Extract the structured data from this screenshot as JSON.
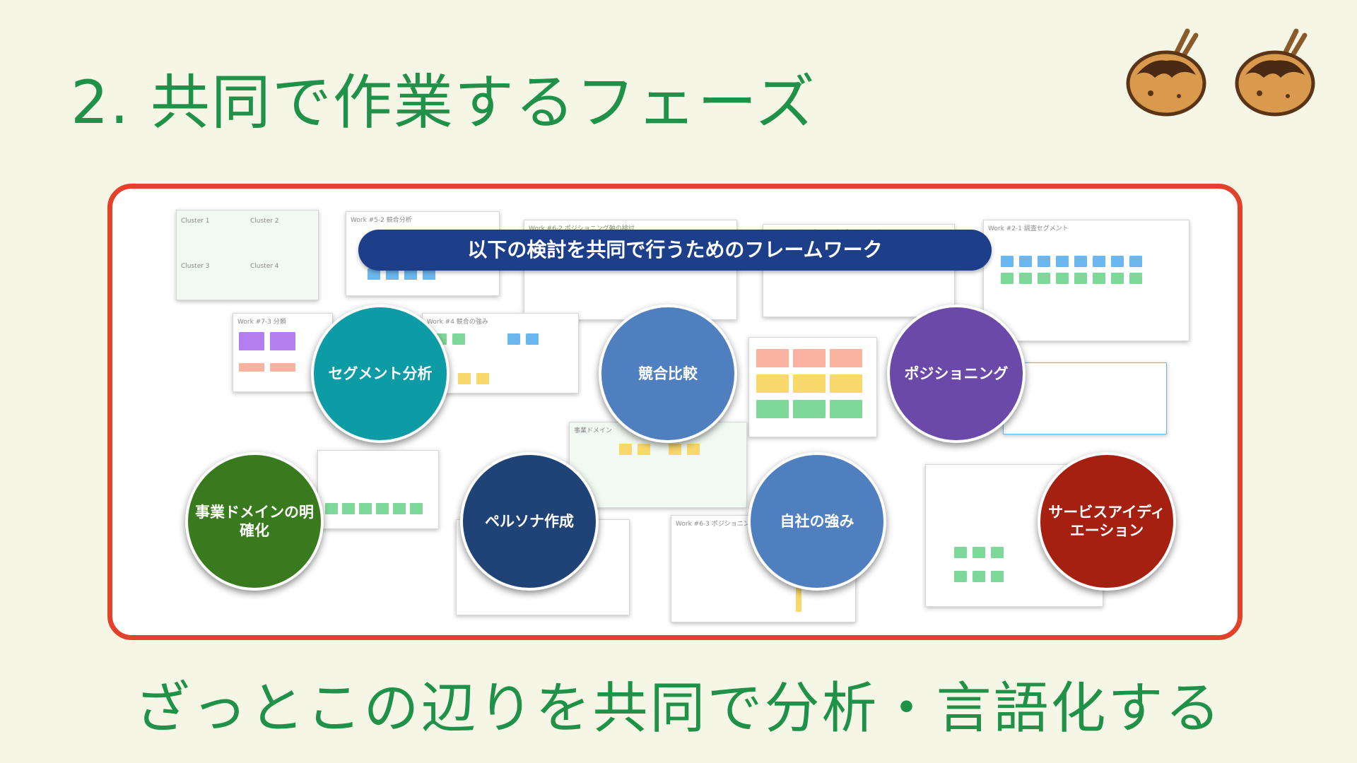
{
  "slide": {
    "title": "2. 共同で作業するフェーズ",
    "subtitle": "ざっとこの辺りを共同で分析・言語化する"
  },
  "panel": {
    "banner": "以下の検討を共同で行うためのフレームワーク",
    "circles": [
      {
        "label": "セグメント分析",
        "color": "#0d9ba6"
      },
      {
        "label": "競合比較",
        "color": "#4f7fbf"
      },
      {
        "label": "ポジショニング",
        "color": "#6a49a8"
      },
      {
        "label": "事業ドメインの明確化",
        "color": "#3a7a1e"
      },
      {
        "label": "ペルソナ作成",
        "color": "#1f4377"
      },
      {
        "label": "自社の強み",
        "color": "#4f7fbf"
      },
      {
        "label": "サービスアイディエーション",
        "color": "#a52010"
      }
    ],
    "board_headers": [
      "Cluster 1",
      "Cluster 2",
      "Cluster 3",
      "Cluster 4",
      "Work #5-2 競合分析",
      "Work #6-2 ポジショニング軸の検討",
      "Work #8 サービスコンセプトとコアバリュー",
      "Work #2-1 調査セグメント",
      "Work #7-3 分類",
      "Work #4 競合の強み",
      "Work #6-3 ポジショニング",
      "事業ドメイン"
    ]
  },
  "colors": {
    "background": "#f6f6e6",
    "title_green": "#1f9148",
    "frame_red": "#e2412a",
    "banner_blue": "#1d3f8a"
  },
  "icons": [
    "takoyaki-icon",
    "takoyaki-icon"
  ]
}
